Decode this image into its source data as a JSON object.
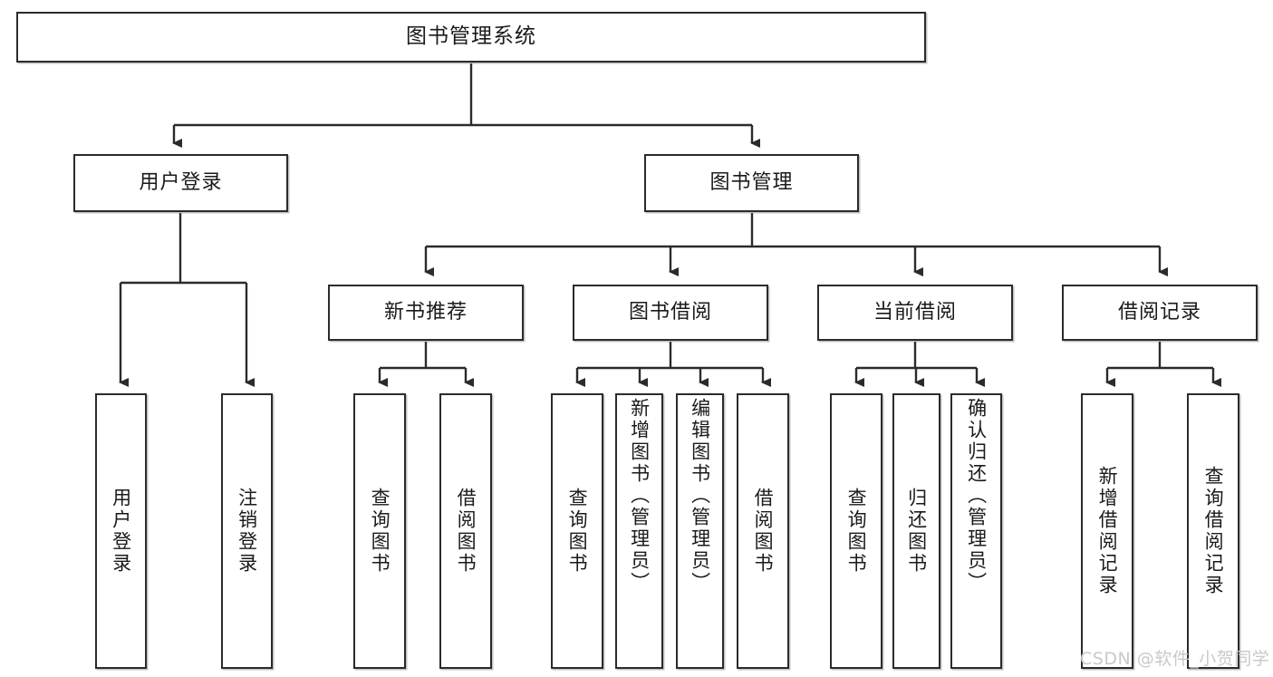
{
  "diagram": {
    "type": "tree",
    "title": "图书管理系统",
    "watermark": "CSDN @软件_小贺同学",
    "colors": {
      "stroke": "#2b2b2b",
      "fill": "#ffffff",
      "text": "#1a1a1a",
      "watermark": "#c9c9c9"
    },
    "nodes": {
      "root": {
        "label": "图书管理系统"
      },
      "level2": [
        {
          "id": "user-login",
          "label": "用户登录"
        },
        {
          "id": "book-manage",
          "label": "图书管理"
        }
      ],
      "level3": [
        {
          "id": "new-book-recommend",
          "label": "新书推荐"
        },
        {
          "id": "book-borrow",
          "label": "图书借阅"
        },
        {
          "id": "current-borrow",
          "label": "当前借阅"
        },
        {
          "id": "borrow-record",
          "label": "借阅记录"
        }
      ],
      "leaves": [
        {
          "id": "leaf-user-login",
          "label": "用户登录",
          "parent": "user-login"
        },
        {
          "id": "leaf-user-logout",
          "label": "注销登录",
          "parent": "user-login"
        },
        {
          "id": "leaf-query-book-1",
          "label": "查询图书",
          "parent": "new-book-recommend"
        },
        {
          "id": "leaf-borrow-book-1",
          "label": "借阅图书",
          "parent": "new-book-recommend"
        },
        {
          "id": "leaf-query-book-2",
          "label": "查询图书",
          "parent": "book-borrow"
        },
        {
          "id": "leaf-add-book",
          "label": "新增图书（管理员）",
          "parent": "book-borrow"
        },
        {
          "id": "leaf-edit-book",
          "label": "编辑图书（管理员）",
          "parent": "book-borrow"
        },
        {
          "id": "leaf-borrow-book-2",
          "label": "借阅图书",
          "parent": "book-borrow"
        },
        {
          "id": "leaf-query-book-3",
          "label": "查询图书",
          "parent": "current-borrow"
        },
        {
          "id": "leaf-return-book",
          "label": "归还图书",
          "parent": "current-borrow"
        },
        {
          "id": "leaf-confirm-return",
          "label": "确认归还（管理员）",
          "parent": "current-borrow"
        },
        {
          "id": "leaf-add-record",
          "label": "新增借阅记录",
          "parent": "borrow-record"
        },
        {
          "id": "leaf-query-record",
          "label": "查询借阅记录",
          "parent": "borrow-record"
        }
      ]
    }
  }
}
